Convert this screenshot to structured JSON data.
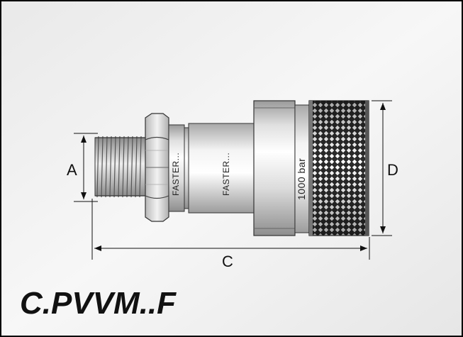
{
  "dimensions": {
    "a": "A",
    "c": "C",
    "d": "D"
  },
  "markings": {
    "faster_1": "FASTER...",
    "faster_2": "FASTER...",
    "pressure": "1000 bar"
  },
  "model_code": "C.PVVM..F",
  "colors": {
    "frame": "#000000",
    "metal_light": "#f2f2f2",
    "metal_dark": "#8a8a8a",
    "knurl": "#2a2a2a"
  }
}
